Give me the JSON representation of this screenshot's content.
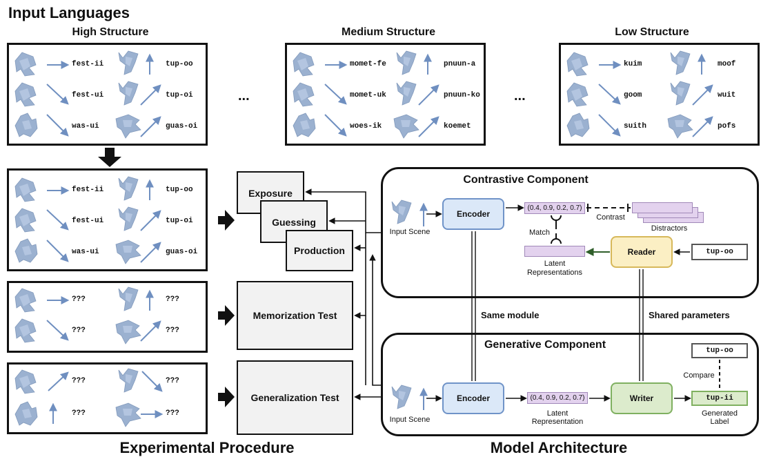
{
  "title": "Input Languages",
  "structures": [
    {
      "heading": "High Structure",
      "words": [
        "fest-ii",
        "tup-oo",
        "fest-ui",
        "tup-oi",
        "was-ui",
        "guas-oi"
      ]
    },
    {
      "heading": "Medium Structure",
      "words": [
        "momet-fe",
        "pnuun-a",
        "momet-uk",
        "pnuun-ko",
        "woes-ik",
        "koemet"
      ]
    },
    {
      "heading": "Low Structure",
      "words": [
        "kuim",
        "moof",
        "goom",
        "wuit",
        "suith",
        "pofs"
      ]
    }
  ],
  "ellipsis": "...",
  "training_panel": {
    "words": [
      "fest-ii",
      "tup-oo",
      "fest-ui",
      "tup-oi",
      "was-ui",
      "guas-oi"
    ]
  },
  "memorization_panel": {
    "words": [
      "???",
      "???",
      "???",
      "???"
    ]
  },
  "generalization_panel": {
    "words": [
      "???",
      "???",
      "???",
      "???"
    ]
  },
  "procedure": {
    "exposure": "Exposure",
    "guessing": "Guessing",
    "production": "Production",
    "memorization_test": "Memorization Test",
    "generalization_test": "Generalization Test",
    "title": "Experimental Procedure"
  },
  "contrastive": {
    "title": "Contrastive Component",
    "input_scene": "Input Scene",
    "encoder": "Encoder",
    "vector": "(0.4, 0.9, 0.2, 0.7)",
    "contrast": "Contrast",
    "distractors": "Distractors",
    "match": "Match",
    "latent": "Latent",
    "representations": "Representations",
    "reader": "Reader",
    "input_label": "tup-oo"
  },
  "same_module": "Same module",
  "shared_parameters": "Shared parameters",
  "generative": {
    "title": "Generative Component",
    "input_scene": "Input Scene",
    "encoder": "Encoder",
    "vector": "(0.4, 0.9, 0.2, 0.7)",
    "latent": "Latent",
    "representation": "Representation",
    "writer": "Writer",
    "target_label": "tup-oo",
    "compare": "Compare",
    "generated_label": "tup-ii",
    "generated": "Generated",
    "label": "Label"
  },
  "architecture_title": "Model Architecture",
  "colors": {
    "encoder_fill": "#dbe8f8",
    "encoder_border": "#6f93c8",
    "reader_fill": "#fbefc4",
    "reader_border": "#d7b85a",
    "writer_fill": "#dcebcc",
    "writer_border": "#7fb060",
    "vector_fill": "#e3d2ee",
    "shape": "#8aa4c8",
    "arrow": "#6f8fc0"
  }
}
